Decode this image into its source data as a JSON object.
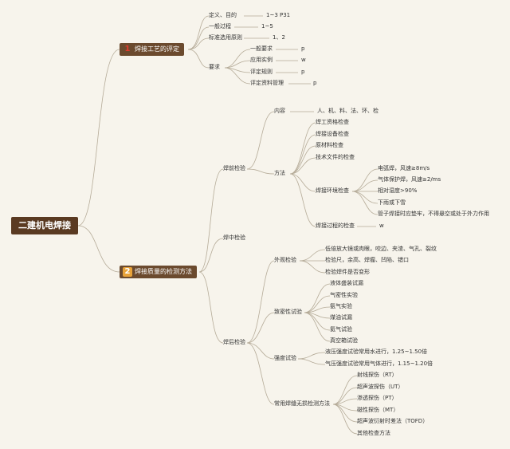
{
  "root": {
    "label": "二建机电焊接"
  },
  "branch1": {
    "number": "1",
    "label": "焊接工艺的评定",
    "items": [
      {
        "label": "定义、目的",
        "note": "1~3 P31"
      },
      {
        "label": "一般过程",
        "note": "1~5"
      },
      {
        "label": "标准选用原则",
        "note": "1、2"
      }
    ],
    "requirements": {
      "label": "要求",
      "items": [
        {
          "label": "一般要求",
          "note": "p"
        },
        {
          "label": "应用实例",
          "note": "w"
        },
        {
          "label": "评定规则",
          "note": "p"
        },
        {
          "label": "评定资料管理",
          "note": "p"
        }
      ]
    }
  },
  "branch2": {
    "number": "2",
    "label": "焊接质量的检测方法",
    "pre": {
      "label": "焊前检验",
      "content": {
        "label": "内容",
        "value": "人、机、料、法、环、检"
      },
      "method": {
        "label": "方法",
        "items": [
          "焊工资格检查",
          "焊接设备检查",
          "原材料检查",
          "技术文件的检查"
        ],
        "env": {
          "label": "焊接环境检查",
          "items": [
            "电弧焊，风速≥8m/s",
            "气体保护焊，风速≥2/ms",
            "相对湿度>90%",
            "下雨或下雪",
            "管子焊接时应垫牢，不得悬空或处于外力作用"
          ]
        },
        "process": {
          "label": "焊接过程的检查",
          "note": "w"
        }
      }
    },
    "mid": {
      "label": "焊中检验"
    },
    "post": {
      "label": "焊后检验",
      "appearance": {
        "label": "外观检验",
        "items": [
          "低倍放大镜或肉眼，咬边、夹渣、气孔、裂纹",
          "检验尺，余高、焊瘤、凹陷、错口",
          "检验焊件是否变形"
        ]
      },
      "tightness": {
        "label": "致密性试验",
        "items": [
          "液体盛装试漏",
          "气密性实验",
          "氨气实验",
          "煤油试漏",
          "氦气试验",
          "真空箱试验"
        ]
      },
      "strength": {
        "label": "强度试验",
        "items": [
          "液压强度试验常用水进行，1.25~1.50倍",
          "气压强度试验常用气体进行，1.15~1.20倍"
        ]
      },
      "ndt": {
        "label": "常用焊缝无损检测方法",
        "items": [
          "射线探伤（RT）",
          "超声波探伤（UT）",
          "渗透探伤（PT）",
          "磁性探伤（MT）",
          "超声波衍射时差法（TOFD）",
          "其他检查方法"
        ]
      }
    }
  }
}
